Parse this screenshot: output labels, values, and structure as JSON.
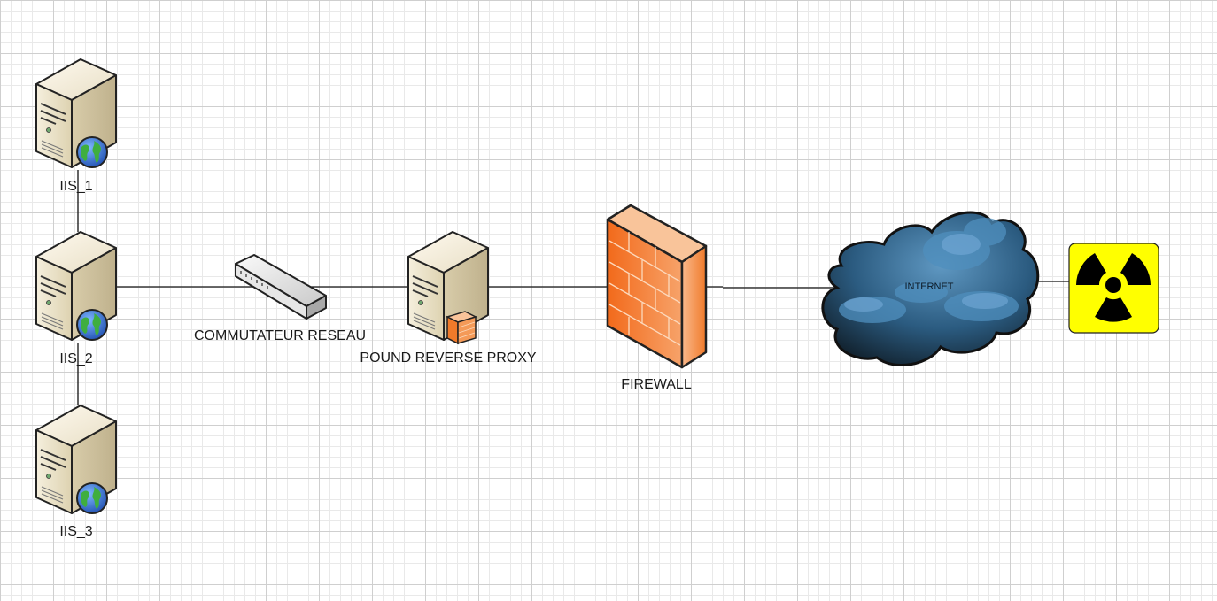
{
  "nodes": {
    "iis_1": {
      "label": "IIS_1",
      "icon": "web-server-icon"
    },
    "iis_2": {
      "label": "IIS_2",
      "icon": "web-server-icon"
    },
    "iis_3": {
      "label": "IIS_3",
      "icon": "web-server-icon"
    },
    "switch": {
      "label": "COMMUTATEUR RESEAU",
      "icon": "network-switch-icon"
    },
    "proxy": {
      "label": "POUND REVERSE PROXY",
      "icon": "proxy-server-icon"
    },
    "firewall": {
      "label": "FIREWALL",
      "icon": "firewall-icon"
    },
    "internet": {
      "label": "INTERNET",
      "icon": "cloud-icon"
    },
    "hazard": {
      "label": "",
      "icon": "radiation-hazard-icon"
    }
  },
  "colors": {
    "server_body": "#e8dfc4",
    "globe": "#2e6fd1",
    "firewall": "#f07a2a",
    "cloud": "#3f7aa6",
    "hazard_bg": "#ffff00"
  }
}
